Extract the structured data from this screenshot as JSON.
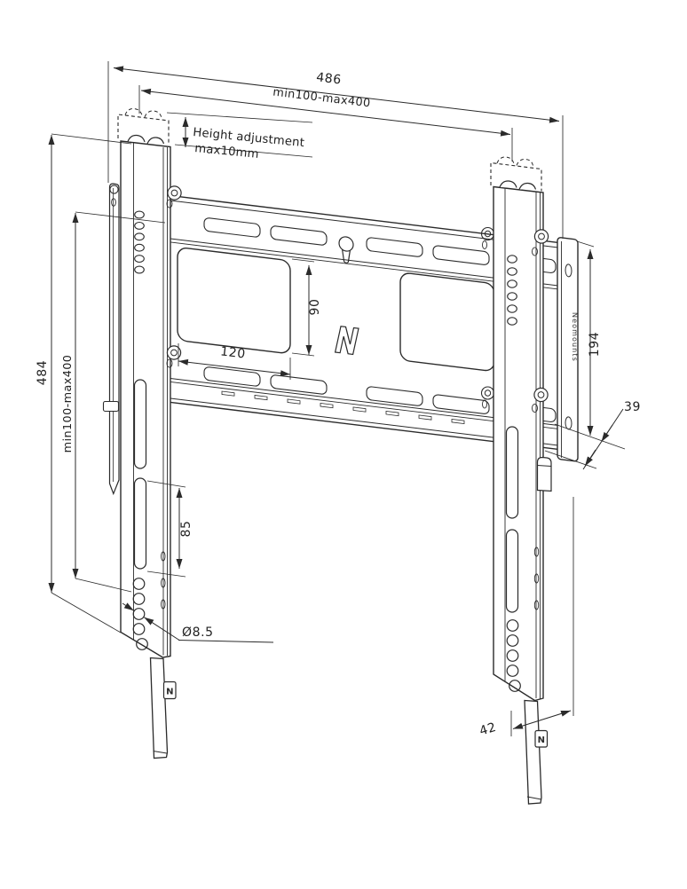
{
  "dimensions": {
    "overall_width": "486",
    "vesa_width": "min100-max400",
    "height_adjustment_line1": "Height adjustment",
    "height_adjustment_line2": "max10mm",
    "overall_height": "484",
    "vesa_height": "min100-max400",
    "cutout_width": "120",
    "cutout_height": "90",
    "wall_rail_height": "194",
    "wall_distance": "39",
    "slot_length": "85",
    "hole_diameter": "Ø8.5",
    "bottom_offset": "42"
  },
  "branding": {
    "brand_name": "Neomounts",
    "logo_letter": "N"
  },
  "colors": {
    "line": "#2b2b2b",
    "background": "#ffffff"
  }
}
